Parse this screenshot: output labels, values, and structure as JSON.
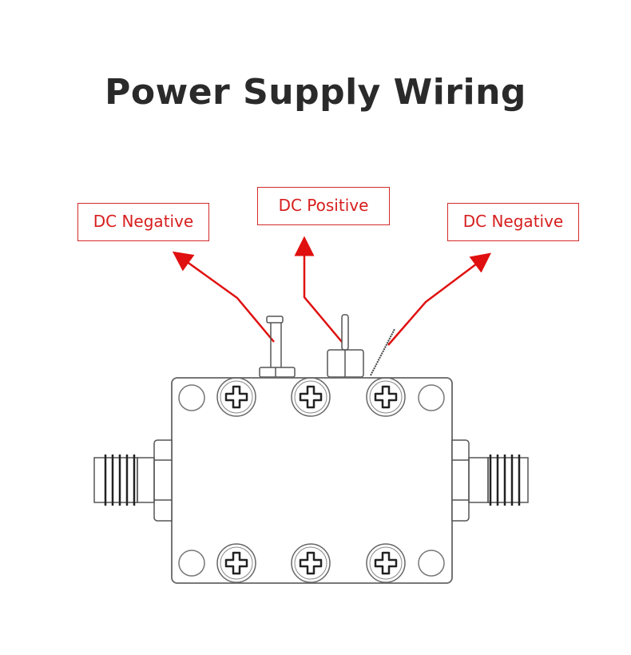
{
  "title": "Power Supply Wiring",
  "labels": {
    "left": "DC Negative",
    "center": "DC Positive",
    "right": "DC Negative"
  },
  "colors": {
    "accent": "#e01010",
    "label_text": "#d71e1e",
    "line": "#555555"
  }
}
